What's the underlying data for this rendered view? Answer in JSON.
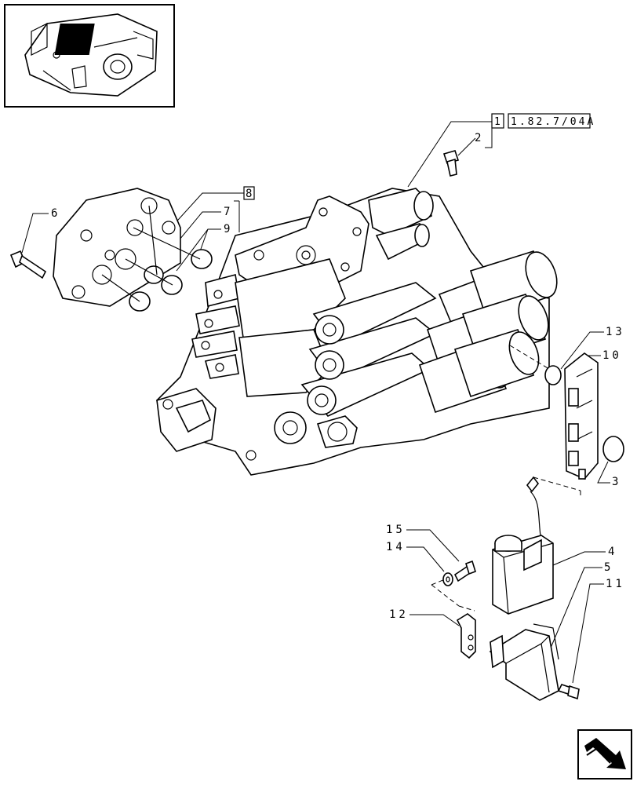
{
  "ref_box": {
    "sheet": "1",
    "page": "1.82.7/04A"
  },
  "callouts": {
    "c1": "1",
    "c2": "2",
    "c3": "3",
    "c4": "4",
    "c5": "5",
    "c6": "6",
    "c7": "7",
    "c8": "8",
    "c9": "9",
    "c10": "10",
    "c11": "11",
    "c12": "12",
    "c13": "13",
    "c14": "14",
    "c15": "15"
  },
  "icons": {
    "thumbnail": "valve-assembly-thumbnail",
    "nav": "next-page-arrow-icon"
  }
}
